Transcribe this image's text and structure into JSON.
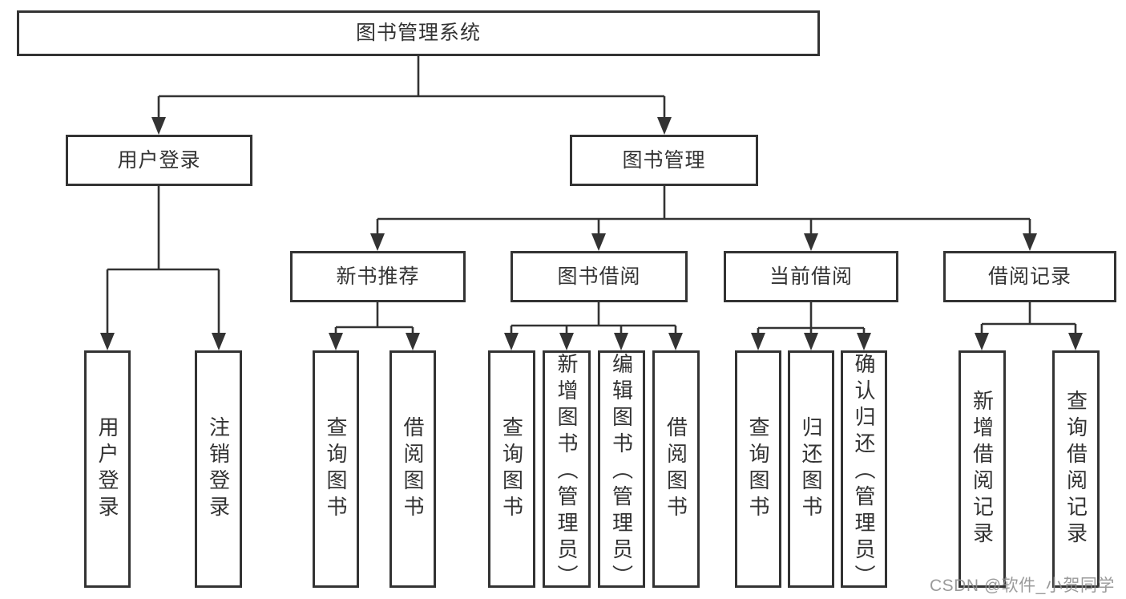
{
  "diagram": {
    "root": {
      "label": "图书管理系统"
    },
    "user_branch": {
      "label": "用户登录",
      "children": [
        {
          "label": "用户登录"
        },
        {
          "label": "注销登录"
        }
      ]
    },
    "book_branch": {
      "label": "图书管理",
      "sections": [
        {
          "label": "新书推荐",
          "children": [
            {
              "label": "查询图书"
            },
            {
              "label": "借阅图书"
            }
          ]
        },
        {
          "label": "图书借阅",
          "children": [
            {
              "label": "查询图书"
            },
            {
              "label": "新增图书（管理员）"
            },
            {
              "label": "编辑图书（管理员）"
            },
            {
              "label": "借阅图书"
            }
          ]
        },
        {
          "label": "当前借阅",
          "children": [
            {
              "label": "查询图书"
            },
            {
              "label": "归还图书"
            },
            {
              "label": "确认归还（管理员）"
            }
          ]
        },
        {
          "label": "借阅记录",
          "children": [
            {
              "label": "新增借阅记录"
            },
            {
              "label": "查询借阅记录"
            }
          ]
        }
      ]
    }
  },
  "watermark": {
    "text": "CSDN @软件_小贺同学"
  },
  "colors": {
    "line": "#333333",
    "box_border": "#333333",
    "text": "#333333",
    "watermark": "#8c8c8c",
    "background": "#ffffff"
  }
}
